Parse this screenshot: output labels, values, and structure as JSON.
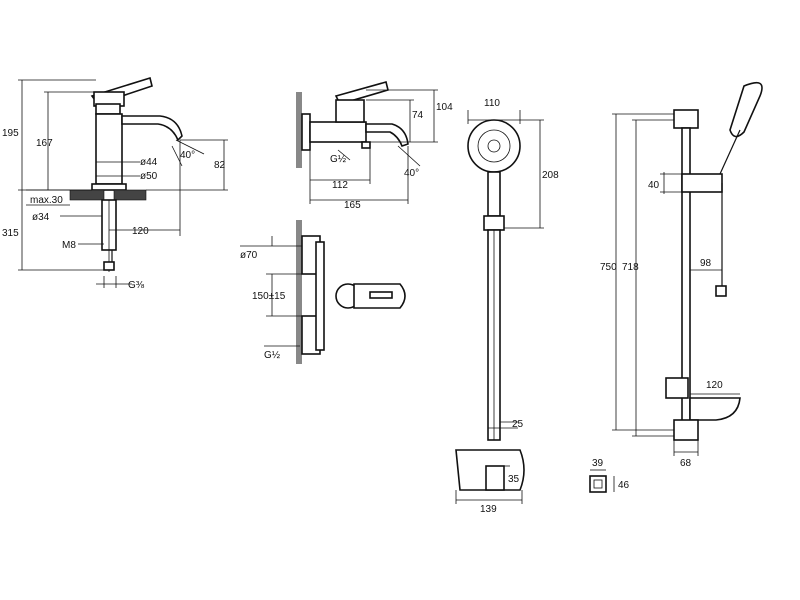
{
  "figures": {
    "basin_mixer": {
      "dims": {
        "d195": "195",
        "d167": "167",
        "d82": "82",
        "a40": "40°",
        "dia44": "ø44",
        "dia50": "ø50",
        "max30": "max.30",
        "dia34": "ø34",
        "d120": "120",
        "d315": "315",
        "m8": "M8",
        "g38": "G⅜"
      }
    },
    "bath_mixer_side": {
      "dims": {
        "d104": "104",
        "d74": "74",
        "g12": "G½",
        "a40": "40°",
        "d112": "112",
        "d165": "165"
      }
    },
    "bath_mixer_front": {
      "dims": {
        "dia70": "ø70",
        "d150": "150±15",
        "g12": "G½"
      }
    },
    "hand_shower": {
      "dims": {
        "d110": "110",
        "d208": "208",
        "d25": "25",
        "d35": "35",
        "d139": "139"
      }
    },
    "shower_rail": {
      "dims": {
        "d40": "40",
        "d750": "750",
        "d718": "718",
        "d98": "98",
        "d120": "120",
        "d68": "68"
      }
    },
    "bracket": {
      "dims": {
        "d39": "39",
        "d46": "46"
      }
    }
  }
}
